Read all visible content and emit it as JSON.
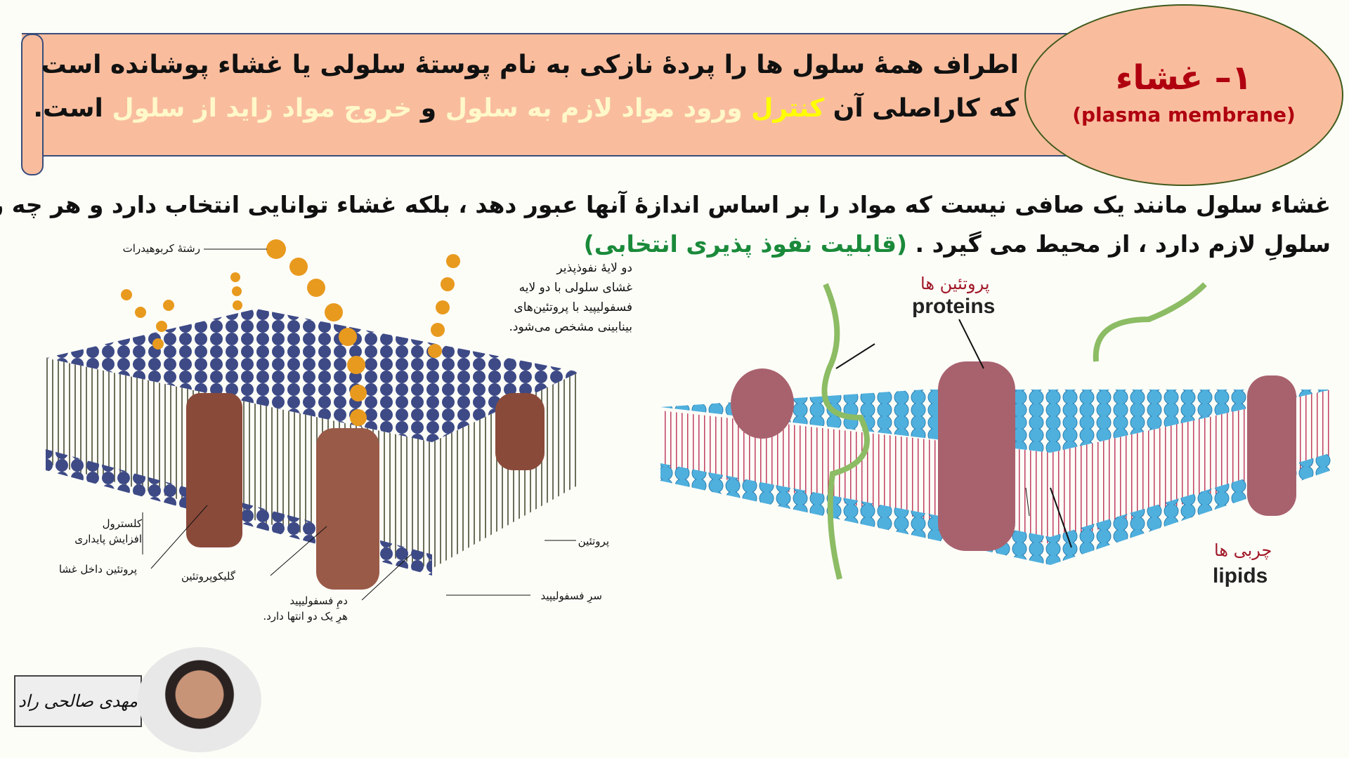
{
  "header": {
    "line1": "اطراف همهٔ  سلول ها را پردهٔ  نازکی به نام پوستهٔ سلولی یا غشاء پوشانده است",
    "line2_parts": [
      "که کاراصلی آن ",
      "کنترل",
      " ورود مواد لازم به سلول",
      " و ",
      "خروج مواد زاید از سلول",
      " است."
    ]
  },
  "title": {
    "fa": "۱– غشاء",
    "en": "(plasma membrane)"
  },
  "paragraph": {
    "line1": "غشاء  سلول مانند یک صافی نیست که مواد را بر اساس اندازهٔ آنها عبور دهد ، بلکه غشاء توانایی انتخاب دارد و هر چه را که",
    "line2": "سلولِ لازم دارد ، از محیط می گیرد .",
    "line2_green": "(قابلیت نفوذ پذیری انتخابی)"
  },
  "left_diagram": {
    "carbohydrate": "رشتهٔ کربوهیدرات",
    "bilayer_caption": [
      "دو لایهٔ نفوذپذیر",
      "غشای سلولی با دو لایه",
      "فسفولیپید با پروتئین‌های",
      "بینابینی مشخص می‌شود."
    ],
    "cholesterol": [
      "کلسترول",
      "افزایش پایداری"
    ],
    "integral_protein": "پروتئین داخل غشا",
    "glycoprotein": "گلیکوپروتئین",
    "tail": [
      "دمِ فسفولیپید",
      "هرِ یک دو انتها دارد."
    ],
    "head": "سرِ فسفولیپید",
    "protein": "پروتئین"
  },
  "right_diagram": {
    "proteins_fa": "پروتئین ها",
    "proteins_en": "proteins",
    "lipids_fa": "چربی ها",
    "lipids_en": "lipids"
  },
  "presenter": {
    "signature": "مهدی صالحی راد"
  },
  "colors": {
    "banner": "#f9bd9e",
    "title_red": "#b00010",
    "highlight_yellow": "#ffff00",
    "green": "#1a8a3a"
  }
}
